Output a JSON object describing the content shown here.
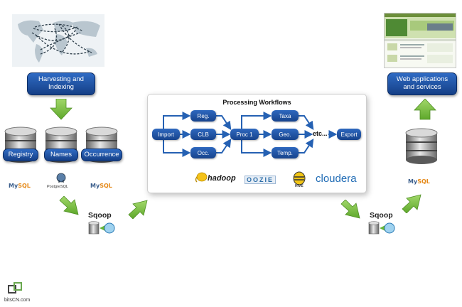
{
  "left": {
    "harvest_label": "Harvesting and Indexing",
    "db_labels": [
      "Registry",
      "Names",
      "Occurrence"
    ],
    "logo_labels": {
      "mysql_my": "My",
      "mysql_sql": "SQL",
      "postgres": "PostgreSQL"
    }
  },
  "sqoop_label": "Sqoop",
  "workflow": {
    "title": "Processing Workflows",
    "nodes": {
      "import": "Import",
      "reg": "Reg.",
      "clb": "CLB",
      "occ": "Occ.",
      "proc1": "Proc 1",
      "taxa": "Taxa",
      "geo": "Geo.",
      "temp": "Temp.",
      "etc": "etc...",
      "export": "Export"
    },
    "logos": {
      "hadoop": "hadoop",
      "oozie": "OOZIE",
      "hive": "HIVE",
      "cloudera": "cloudera"
    }
  },
  "right": {
    "web_label": "Web applications and services"
  },
  "watermark": "bitsCN.com",
  "colors": {
    "box_blue": "#1f4f9f",
    "arrow_green": "#7cc242",
    "flow_blue": "#2561b3"
  }
}
